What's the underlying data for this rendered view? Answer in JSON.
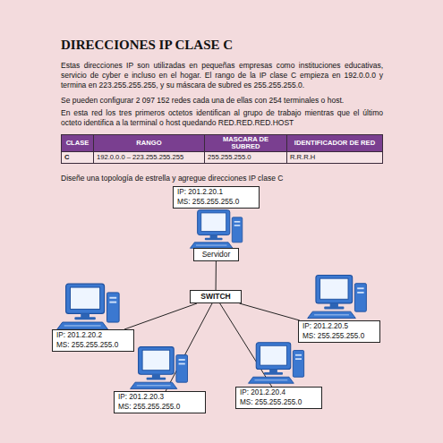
{
  "diagram": {
    "title": "DIRECCIONES IP CLASE C",
    "nodes": [
      {
        "text": [
          "IP: 201.2.20.1",
          "MS: 255.255.255.0"
        ]
      },
      {
        "text": [
          "Servidor"
        ]
      },
      {
        "text": [
          "SWITCH"
        ]
      },
      {
        "text": [
          "IP: 201.2.20.2",
          "MS: 255.255.255.0"
        ]
      },
      {
        "text": [
          "IP: 201.2.20.5",
          "MS: 255.255.255.0"
        ]
      },
      {
        "text": [
          "IP: 201.2.20.3",
          "MS: 255.255.255.0"
        ]
      },
      {
        "text": [
          "IP: 201.2.20.4",
          "MS: 255.255.255.0"
        ]
      }
    ],
    "edges": [
      {
        "from": 1,
        "to": 2,
        "arrow": "none"
      },
      {
        "from": 2,
        "to": 3,
        "arrow": "none"
      },
      {
        "from": 2,
        "to": 4,
        "arrow": "none"
      },
      {
        "from": 2,
        "to": 5,
        "arrow": "none"
      },
      {
        "from": 2,
        "to": 6,
        "arrow": "none"
      }
    ],
    "labels": [
      "Estas direcciones IP son utilizadas en pequeñas empresas como instituciones educativas, servicio de cyber e incluso en el hogar. El rango de la IP clase C empieza en 192.0.0.0 y termina en 223.255.255.255, y su máscara de subred es 255.255.255.0.",
      "Se pueden configurar 2 097 152 redes cada una de ellas con 254 terminales o host.",
      "En esta red los tres primeros octetos identifican al grupo de trabajo mientras que el último octeto identifica a la terminal o host quedando RED.RED.RED.HOST",
      "CLASE",
      "RANGO",
      "MASCARA DE SUBRED",
      "IDENTIFICADOR DE RED",
      "C",
      "192.0.0.0 – 223.255.255.255",
      "255.255.255.0",
      "R.R.R.H",
      "Diseñe una topología de estrella y agregue direcciones IP clase C"
    ]
  }
}
